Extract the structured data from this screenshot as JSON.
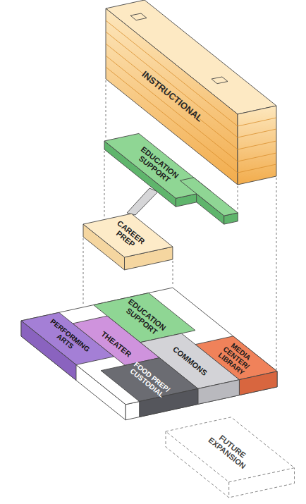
{
  "diagram": {
    "nodes": [
      {
        "text": [
          "INSTRUCTIONAL"
        ]
      },
      {
        "text": [
          "EDUCATION SUPPORT"
        ]
      },
      {
        "text": [
          "CAREER PREP"
        ]
      },
      {
        "text": [
          "PERFORMING ARTS"
        ]
      },
      {
        "text": [
          "EDUCATION SUPPORT"
        ]
      },
      {
        "text": [
          "THEATER"
        ]
      },
      {
        "text": [
          "COMMONS"
        ]
      },
      {
        "text": [
          "MEDIA CENTER/ LIBRARY"
        ]
      },
      {
        "text": [
          "FOOD PREP/ CUSTODIAL"
        ]
      },
      {
        "text": [
          "FUTURE EXPANSION"
        ]
      }
    ]
  }
}
